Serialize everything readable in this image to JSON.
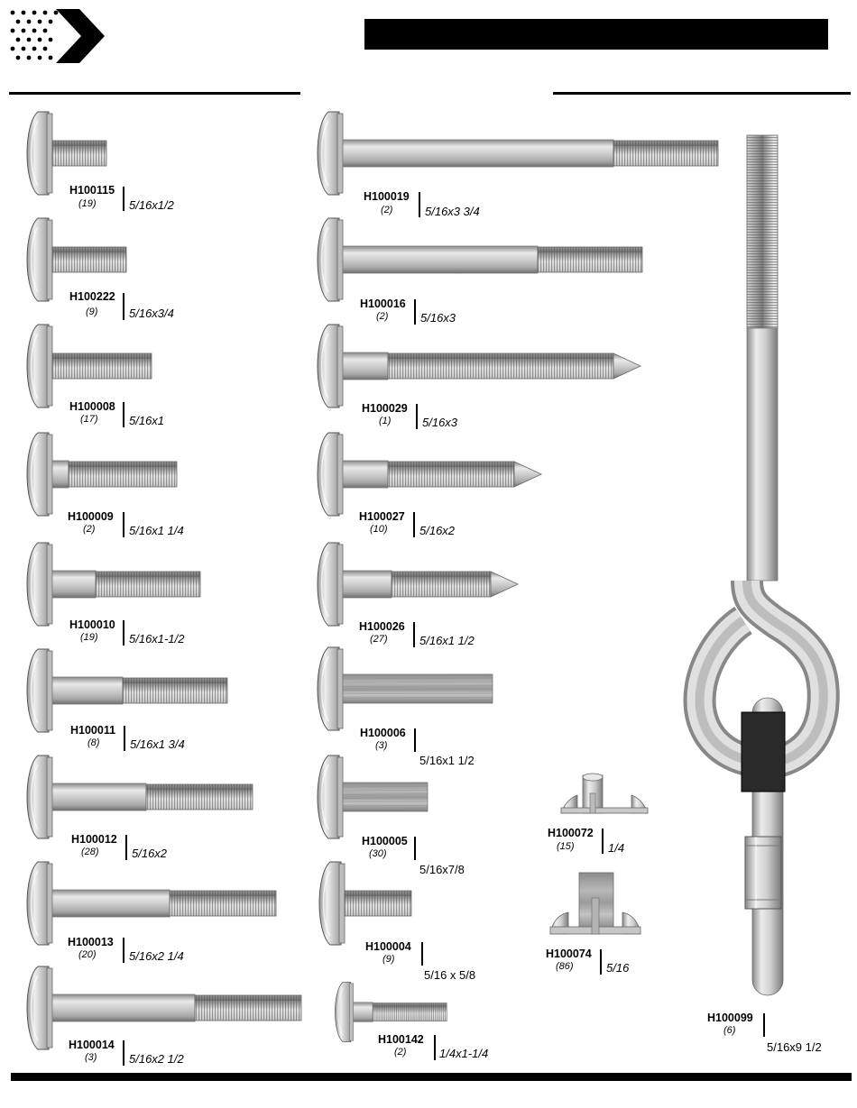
{
  "parts": [
    {
      "code": "H100115",
      "qty": "(19)",
      "size": "5/16x1/2"
    },
    {
      "code": "H100222",
      "qty": "(9)",
      "size": "5/16x3/4"
    },
    {
      "code": "H100008",
      "qty": "(17)",
      "size": "5/16x1"
    },
    {
      "code": "H100009",
      "qty": "(2)",
      "size": "5/16x1 1/4"
    },
    {
      "code": "H100010",
      "qty": "(19)",
      "size": "5/16x1-1/2"
    },
    {
      "code": "H100011",
      "qty": "(8)",
      "size": "5/16x1 3/4"
    },
    {
      "code": "H100012",
      "qty": "(28)",
      "size": "5/16x2"
    },
    {
      "code": "H100013",
      "qty": "(20)",
      "size": "5/16x2 1/4"
    },
    {
      "code": "H100014",
      "qty": "(3)",
      "size": "5/16x2 1/2"
    },
    {
      "code": "H100019",
      "qty": "(2)",
      "size": "5/16x3 3/4"
    },
    {
      "code": "H100016",
      "qty": "(2)",
      "size": "5/16x3"
    },
    {
      "code": "H100029",
      "qty": "(1)",
      "size": "5/16x3"
    },
    {
      "code": "H100027",
      "qty": "(10)",
      "size": "5/16x2"
    },
    {
      "code": "H100026",
      "qty": "(27)",
      "size": "5/16x1 1/2"
    },
    {
      "code": "H100006",
      "qty": "(3)",
      "size": "5/16x1 1/2"
    },
    {
      "code": "H100005",
      "qty": "(30)",
      "size": "5/16x7/8"
    },
    {
      "code": "H100004",
      "qty": "(9)",
      "size": "5/16 x 5/8"
    },
    {
      "code": "H100142",
      "qty": "(2)",
      "size": "1/4x1-1/4"
    },
    {
      "code": "H100072",
      "qty": "(15)",
      "size": "1/4"
    },
    {
      "code": "H100074",
      "qty": "(86)",
      "size": "5/16"
    },
    {
      "code": "H100099",
      "qty": "(6)",
      "size": "5/16x9 1/2"
    }
  ]
}
